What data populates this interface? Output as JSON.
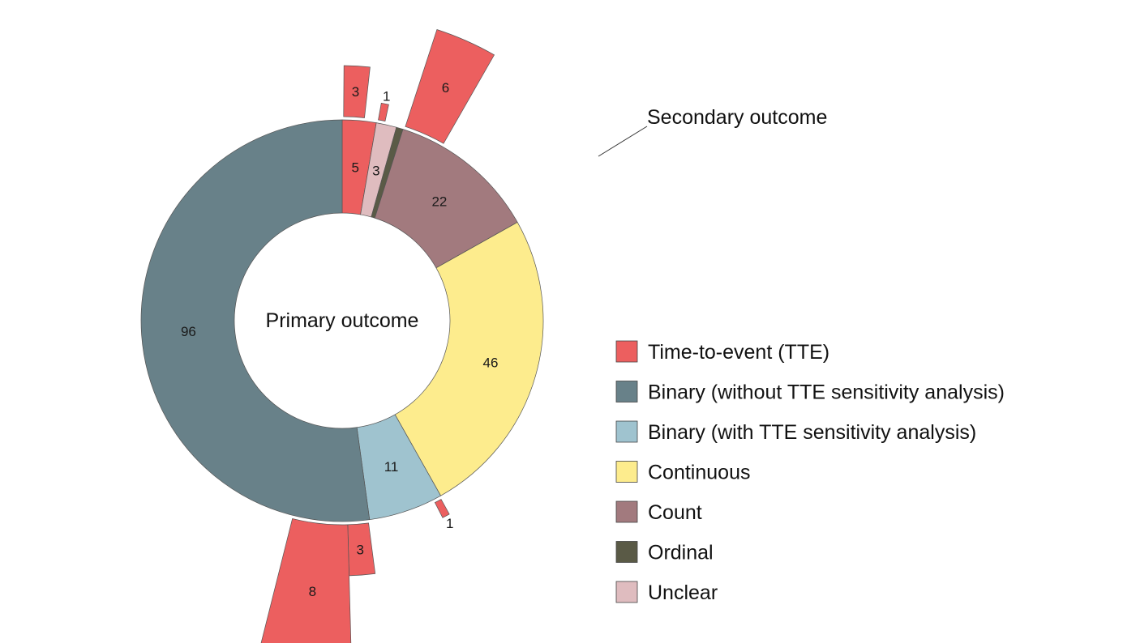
{
  "chart_data": {
    "type": "donut",
    "center_label": "Primary outcome",
    "secondary_label": "Secondary outcome",
    "categories": [
      {
        "key": "tte",
        "name": "Time-to-event (TTE)",
        "color": "#ec5f5f"
      },
      {
        "key": "bin_no",
        "name": "Binary (without TTE sensitivity analysis)",
        "color": "#688189"
      },
      {
        "key": "bin_tte",
        "name": "Binary (with TTE sensitivity analysis)",
        "color": "#9fc3cf"
      },
      {
        "key": "cont",
        "name": "Continuous",
        "color": "#fdec8d"
      },
      {
        "key": "count",
        "name": "Count",
        "color": "#a27a7e"
      },
      {
        "key": "ord",
        "name": "Ordinal",
        "color": "#5a5a46"
      },
      {
        "key": "unc",
        "name": "Unclear",
        "color": "#dfbcbf"
      }
    ],
    "primary": [
      {
        "category": "tte",
        "value": 5,
        "label": "5"
      },
      {
        "category": "unc",
        "value": 3,
        "label": "3"
      },
      {
        "category": "ord",
        "value": 1,
        "label": ""
      },
      {
        "category": "count",
        "value": 22,
        "label": "22"
      },
      {
        "category": "cont",
        "value": 46,
        "label": "46"
      },
      {
        "category": "bin_tte",
        "value": 11,
        "label": "11"
      },
      {
        "category": "bin_no",
        "value": 96,
        "label": "96"
      }
    ],
    "secondary": [
      {
        "parent_index": 0,
        "category": "tte",
        "value": 3,
        "label": "3"
      },
      {
        "parent_index": 1,
        "category": "tte",
        "value": 1,
        "label": "1"
      },
      {
        "parent_index": 3,
        "category": "tte",
        "value": 6,
        "label": "6"
      },
      {
        "parent_index": 5,
        "category": "tte",
        "value": 1,
        "label": "1"
      },
      {
        "parent_index": 6,
        "category": "tte",
        "value": 3,
        "label": "3"
      },
      {
        "parent_index": 6,
        "category": "tte",
        "value": 8,
        "label": "8"
      }
    ]
  }
}
